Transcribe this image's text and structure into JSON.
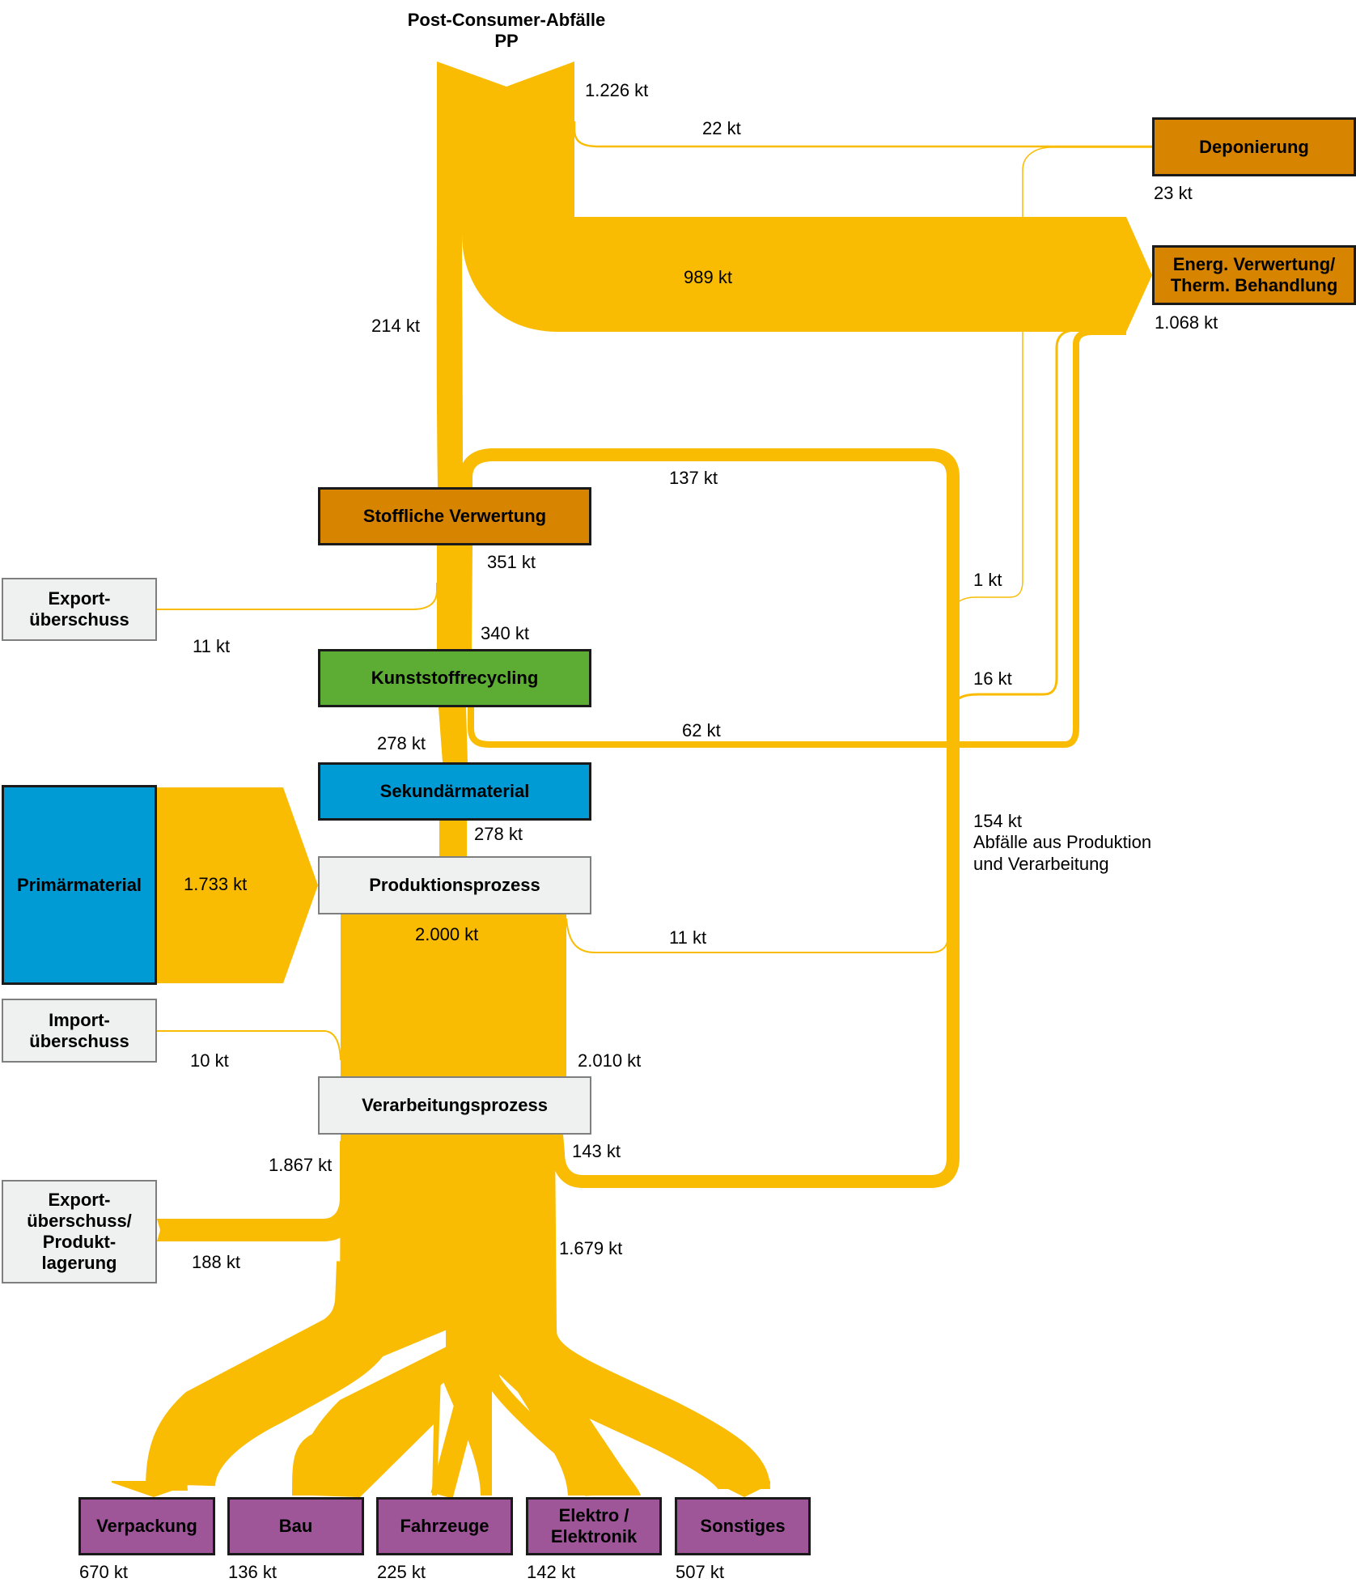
{
  "title": {
    "line1": "Post-Consumer-Abfälle",
    "line2": "PP"
  },
  "colors": {
    "flow": "#F9BC03",
    "orange_node": "#D78400",
    "green_node": "#5DAD34",
    "blue_node": "#009BD4",
    "grey_node": "#EFF0F0",
    "purple_node": "#9E5699"
  },
  "nodes": {
    "deponierung": "Deponierung",
    "energ_line1": "Energ. Verwertung/",
    "energ_line2": "Therm. Behandlung",
    "stoffliche": "Stoffliche Verwertung",
    "export_line1": "Export-",
    "export_line2": "überschuss",
    "kunststoff": "Kunststoffrecycling",
    "sekundaer": "Sekundärmaterial",
    "primaer": "Primärmaterial",
    "produktion": "Produktionsprozess",
    "import_line1": "Import-",
    "import_line2": "überschuss",
    "verarbeitung": "Verarbeitungsprozess",
    "export2_line1": "Export-",
    "export2_line2": "überschuss/",
    "export2_line3": "Produkt-",
    "export2_line4": "lagerung",
    "verpackung": "Verpackung",
    "bau": "Bau",
    "fahrzeuge": "Fahrzeuge",
    "elektro_line1": "Elektro /",
    "elektro_line2": "Elektronik",
    "sonstiges": "Sonstiges"
  },
  "labels": {
    "pc_total": "1.226 kt",
    "to_deponie": "22 kt",
    "deponie_total": "23 kt",
    "to_energ": "989 kt",
    "energ_total": "1.068 kt",
    "to_stoffl": "214 kt",
    "recirc": "137 kt",
    "stoffl_out": "351 kt",
    "export_11": "11 kt",
    "to_kunst": "340 kt",
    "waste_1": "1 kt",
    "waste_16": "16 kt",
    "kunst_to_energ": "62 kt",
    "kunst_out": "278 kt",
    "sek_out": "278 kt",
    "primaer_flow": "1.733 kt",
    "prod_waste_total": "154 kt",
    "prod_waste_desc1": "Abfälle aus Produktion",
    "prod_waste_desc2": "und Verarbeitung",
    "prod_out": "2.000 kt",
    "prod_waste_11": "11 kt",
    "import_10": "10 kt",
    "to_verarb": "2.010 kt",
    "verarb_waste": "143 kt",
    "verarb_out": "1.867 kt",
    "export_188": "188 kt",
    "to_sectors": "1.679 kt",
    "verpackung": "670 kt",
    "bau": "136 kt",
    "fahrzeuge": "225 kt",
    "elektro": "142 kt",
    "sonstiges": "507 kt"
  },
  "chart_data": {
    "type": "sankey",
    "title": "Post-Consumer-Abfälle PP",
    "unit": "kt",
    "nodes": [
      "Post-Consumer-Abfälle PP",
      "Deponierung",
      "Energ. Verwertung/Therm. Behandlung",
      "Stoffliche Verwertung",
      "Exportüberschuss",
      "Kunststoffrecycling",
      "Sekundärmaterial",
      "Primärmaterial",
      "Produktionsprozess",
      "Importüberschuss",
      "Verarbeitungsprozess",
      "Exportüberschuss/Produktlagerung",
      "Verpackung",
      "Bau",
      "Fahrzeuge",
      "Elektro / Elektronik",
      "Sonstiges"
    ],
    "links": [
      {
        "source": "Post-Consumer-Abfälle PP",
        "target": "Deponierung",
        "value": 22
      },
      {
        "source": "Post-Consumer-Abfälle PP",
        "target": "Energ. Verwertung/Therm. Behandlung",
        "value": 989
      },
      {
        "source": "Post-Consumer-Abfälle PP",
        "target": "Stoffliche Verwertung",
        "value": 214
      },
      {
        "source": "Abfälle aus Produktion und Verarbeitung",
        "target": "Stoffliche Verwertung",
        "value": 137
      },
      {
        "source": "Abfälle aus Produktion und Verarbeitung",
        "target": "Deponierung",
        "value": 1
      },
      {
        "source": "Abfälle aus Produktion und Verarbeitung",
        "target": "Energ. Verwertung/Therm. Behandlung",
        "value": 16
      },
      {
        "source": "Stoffliche Verwertung",
        "target": "Exportüberschuss",
        "value": 11
      },
      {
        "source": "Stoffliche Verwertung",
        "target": "Kunststoffrecycling",
        "value": 340
      },
      {
        "source": "Kunststoffrecycling",
        "target": "Energ. Verwertung/Therm. Behandlung",
        "value": 62
      },
      {
        "source": "Kunststoffrecycling",
        "target": "Sekundärmaterial",
        "value": 278
      },
      {
        "source": "Sekundärmaterial",
        "target": "Produktionsprozess",
        "value": 278
      },
      {
        "source": "Primärmaterial",
        "target": "Produktionsprozess",
        "value": 1733
      },
      {
        "source": "Produktionsprozess",
        "target": "Verarbeitungsprozess",
        "value": 2000
      },
      {
        "source": "Produktionsprozess",
        "target": "Abfälle aus Produktion und Verarbeitung",
        "value": 11
      },
      {
        "source": "Importüberschuss",
        "target": "Verarbeitungsprozess",
        "value": 10
      },
      {
        "source": "Verarbeitungsprozess",
        "target": "Abfälle aus Produktion und Verarbeitung",
        "value": 143
      },
      {
        "source": "Verarbeitungsprozess",
        "target": "Exportüberschuss/Produktlagerung",
        "value": 188
      },
      {
        "source": "Verarbeitungsprozess",
        "target": "Verpackung",
        "value": 670
      },
      {
        "source": "Verarbeitungsprozess",
        "target": "Bau",
        "value": 136
      },
      {
        "source": "Verarbeitungsprozess",
        "target": "Fahrzeuge",
        "value": 225
      },
      {
        "source": "Verarbeitungsprozess",
        "target": "Elektro / Elektronik",
        "value": 142
      },
      {
        "source": "Verarbeitungsprozess",
        "target": "Sonstiges",
        "value": 507
      }
    ],
    "totals": {
      "Post-Consumer-Abfälle PP": 1226,
      "Deponierung": 23,
      "Energ. Verwertung/Therm. Behandlung": 1068,
      "Stoffliche Verwertung out": 351,
      "Abfälle aus Produktion und Verarbeitung": 154,
      "Verarbeitungsprozess in": 2010,
      "Verarbeitungsprozess out": 1867,
      "Sectors total": 1679
    }
  }
}
